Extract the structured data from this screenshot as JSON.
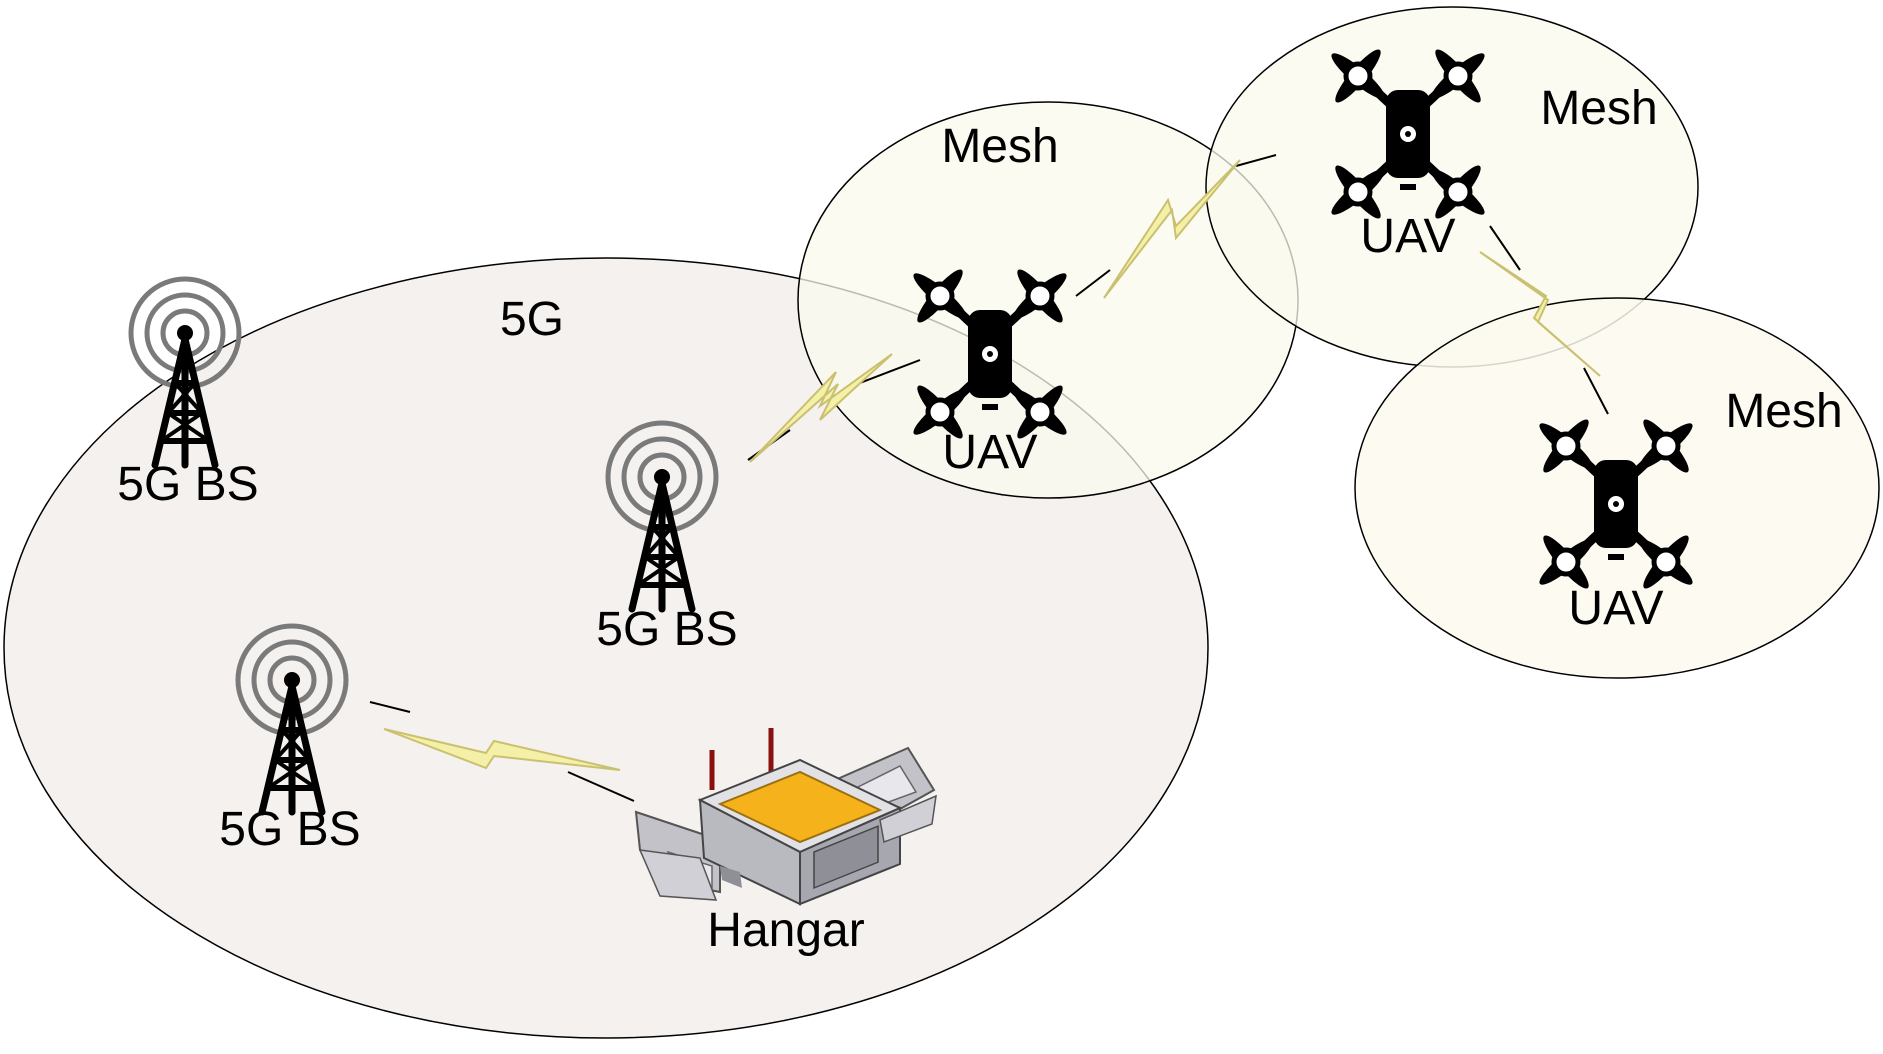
{
  "regions": {
    "coverage_5g": "5G",
    "mesh_1": "Mesh",
    "mesh_2": "Mesh",
    "mesh_3": "Mesh"
  },
  "nodes": {
    "bs_1": "5G BS",
    "bs_2": "5G BS",
    "bs_3": "5G BS",
    "uav_1": "UAV",
    "uav_2": "UAV",
    "uav_3": "UAV",
    "hangar": "Hangar"
  },
  "colors": {
    "coverage_fill": "#f4f1ee",
    "mesh_fill": "#fbf9ee",
    "outline": "#000000",
    "bolt": "#f5f0a8",
    "bolt_stroke": "#c9c070",
    "ring": "#7a7a7a",
    "hangar_body": "#cfcfd4",
    "hangar_pad": "#f5b21a"
  },
  "icons": [
    "tower-icon",
    "drone-icon",
    "lightning-icon",
    "hangar-icon"
  ]
}
